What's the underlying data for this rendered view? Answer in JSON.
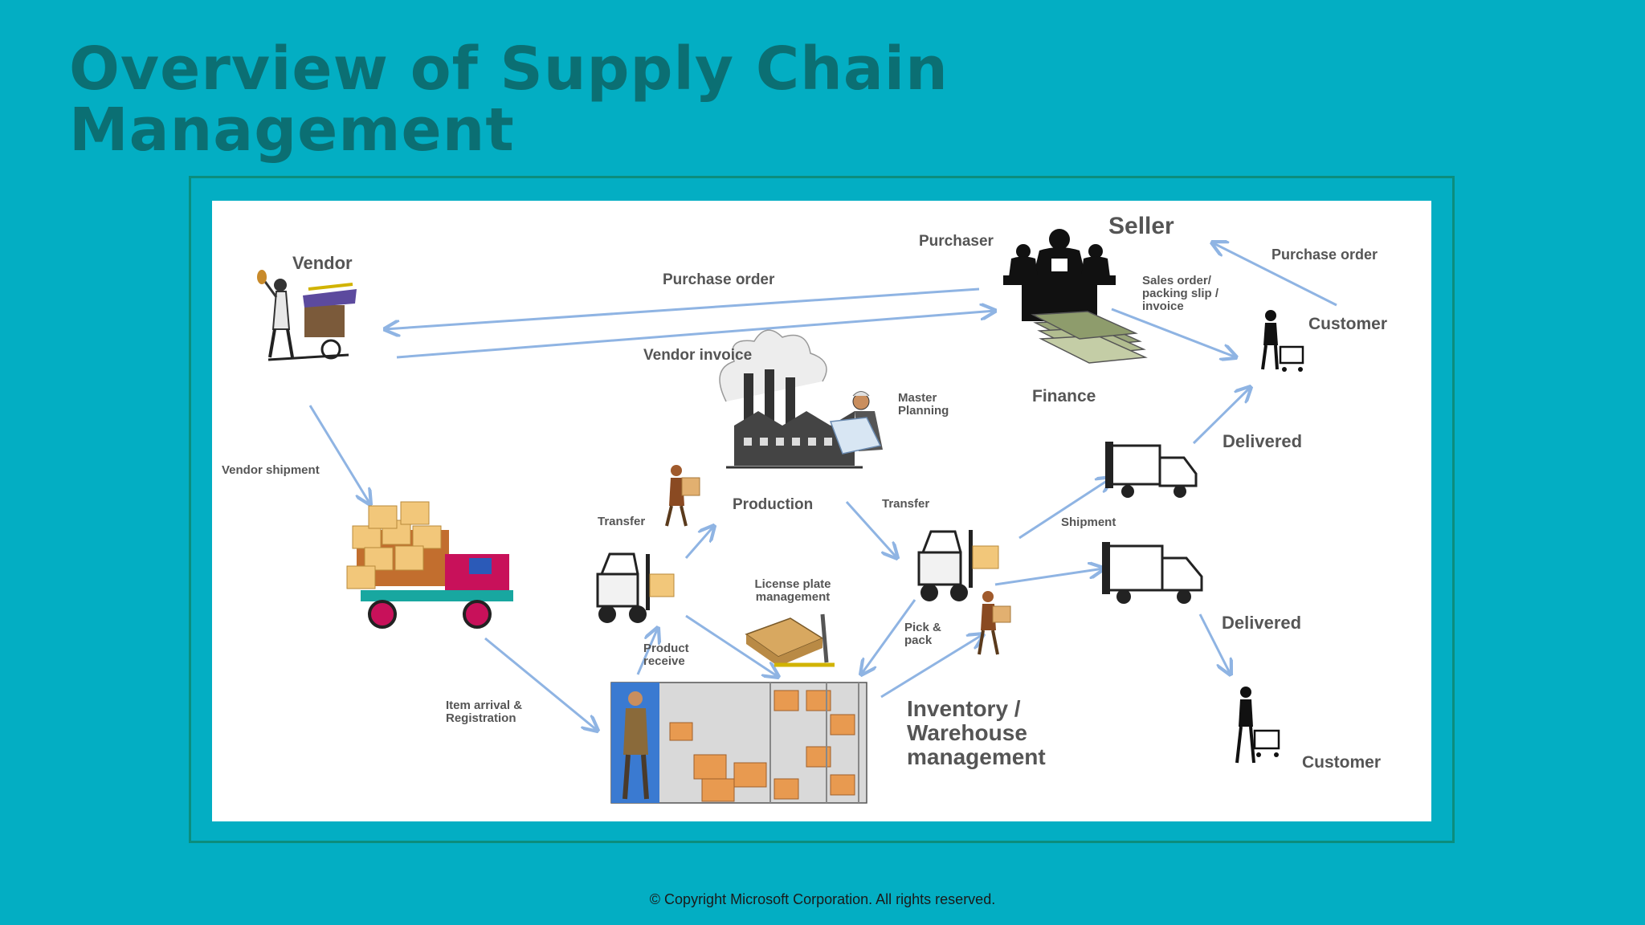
{
  "slide": {
    "title": "Overview of Supply Chain Management",
    "footer": "© Copyright Microsoft Corporation. All rights reserved."
  },
  "diagram": {
    "nodes": {
      "vendor": "Vendor",
      "seller": "Seller",
      "purchaser": "Purchaser",
      "finance": "Finance",
      "customer_top": "Customer",
      "customer_bottom": "Customer",
      "production": "Production",
      "master_planning": "Master Planning",
      "delivered_top": "Delivered",
      "delivered_bottom": "Delivered",
      "inventory": "Inventory / Warehouse management"
    },
    "flows": {
      "purchase_order_vendor": "Purchase order",
      "vendor_invoice": "Vendor invoice",
      "purchase_order_customer": "Purchase order",
      "sales_order": "Sales order/ packing slip / invoice",
      "vendor_shipment": "Vendor shipment",
      "transfer_left": "Transfer",
      "transfer_right": "Transfer",
      "shipment": "Shipment",
      "license_plate": "License plate management",
      "product_receive": "Product receive",
      "pick_pack": "Pick & pack",
      "item_arrival": "Item arrival & Registration"
    }
  },
  "colors": {
    "background": "#03aec3",
    "title": "#0b6f73",
    "arrow": "#8fb4e3",
    "label": "#555555"
  }
}
